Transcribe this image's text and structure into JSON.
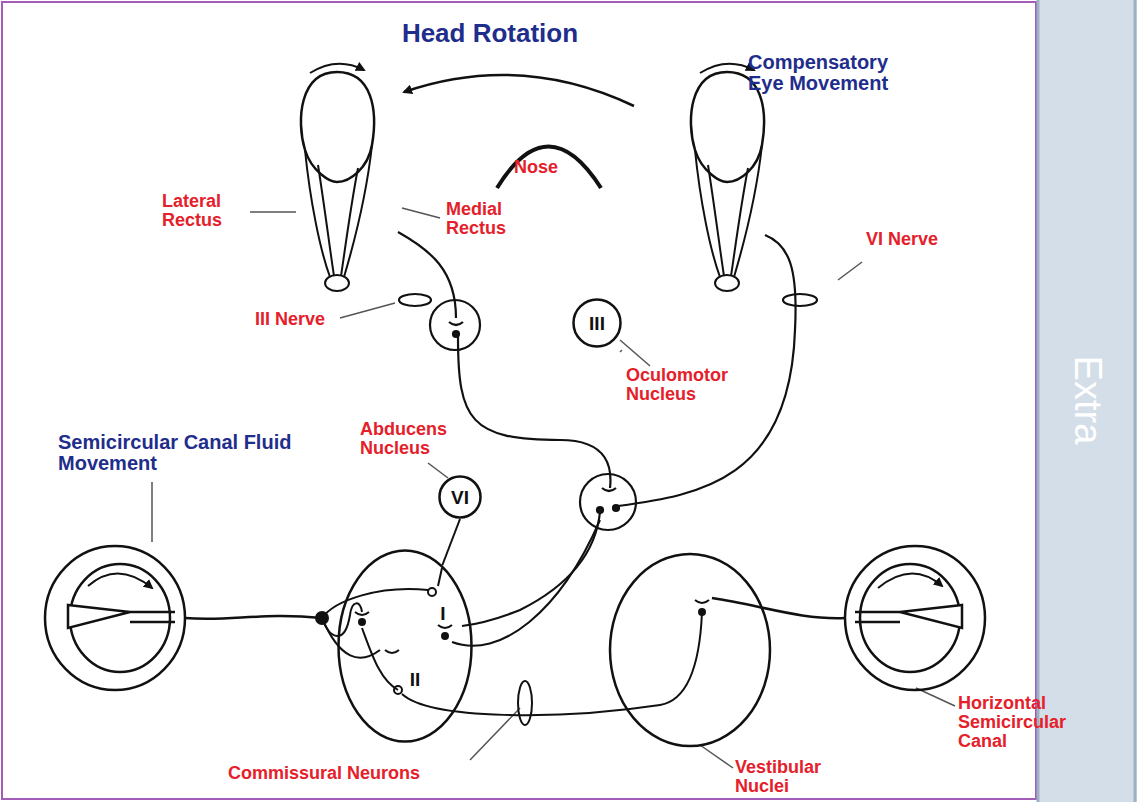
{
  "diagram": {
    "title": "Head Rotation",
    "nodes": [
      {
        "text": [
          "III"
        ]
      },
      {
        "text": [
          "VI"
        ]
      },
      {
        "text": [
          "I",
          "II"
        ]
      }
    ],
    "edges": [
      {
        "from": 1,
        "to": 2,
        "arrow": "none"
      }
    ],
    "labels": [
      "Compensatory Eye Movement",
      "Nose",
      "Lateral Rectus",
      "Medial Rectus",
      "VI Nerve",
      "III Nerve",
      "Oculomotor Nucleus",
      "Semicircular Canal Fluid Movement",
      "Abducens Nucleus",
      "Horizontal Semicircular Canal",
      "Commissural Neurons",
      "Vestibular Nuclei",
      "Extra"
    ]
  }
}
